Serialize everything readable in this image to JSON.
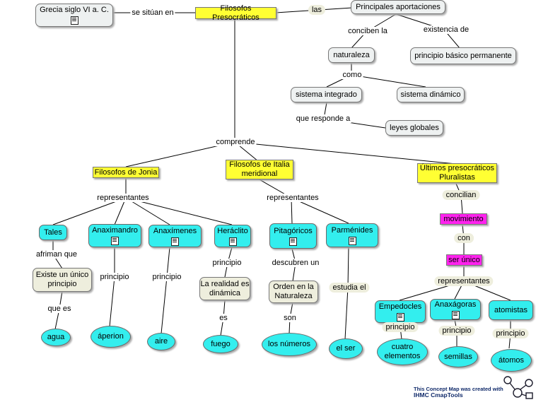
{
  "concepts": {
    "grecia": "Grecia siglo VI a. C.",
    "filosofos": "Filosofos Presocráticos",
    "aportaciones": "Principales aportaciones",
    "naturaleza": "naturaleza",
    "principio_basico": "principio básico permanente",
    "sistema_integrado": "sistema integrado",
    "sistema_dinamico": "sistema dinámico",
    "leyes_globales": "leyes globales",
    "jonia": "Filosofos de Jonia",
    "italia": "Filosofos de Italia meridional",
    "pluralistas": "Últimos presocráticos Pluralistas",
    "tales": "Tales",
    "anaximandro": "Anaximandro",
    "anaximenes": "Anaxímenes",
    "heraclito": "Heráclito",
    "pitagoricos": "Pitagóricos",
    "parmenides": "Parménides",
    "existe_unico": "Existe un único principio",
    "realidad_dinamica": "La realidad es dinámica",
    "orden_naturaleza": "Orden en la Naturaleza",
    "agua": "agua",
    "aperion": "áperion",
    "aire": "aire",
    "fuego": "fuego",
    "numeros": "los números",
    "el_ser": "el ser",
    "movimiento": "movimiento",
    "ser_unico": "ser único",
    "empedocles": "Empedocles",
    "anaxagoras": "Anaxágoras",
    "atomistas": "atomistas",
    "cuatro_elementos": "cuatro elementos",
    "semillas": "semillas",
    "atomos": "átomos"
  },
  "links": {
    "se_situan_en": "se sitúan en",
    "las": "las",
    "conciben_la": "conciben la",
    "existencia_de": "existencia de",
    "como": "como",
    "que_responde_a": "que responde a",
    "comprende": "comprende",
    "representantes_jonia": "representantes",
    "representantes_italia": "representantes",
    "concilian": "concilian",
    "con": "con",
    "representantes_plural": "representantes",
    "afirman_que": "afriman que",
    "que_es": "que es",
    "principio_anaximandro": "principio",
    "principio_anaximenes": "principio",
    "principio_heraclito": "principio",
    "es": "es",
    "descubren_un": "descubren un",
    "son": "son",
    "estudia_el": "estudia el",
    "principio_empedocles": "principio",
    "principio_anaxagoras": "principio",
    "principio_atomistas": "principio"
  },
  "footer": {
    "line1": "This Concept Map was created with",
    "line2": "IHMC CmapTools"
  },
  "icons": [
    "resource-document-icon",
    "cmaptools-logo-icon"
  ]
}
